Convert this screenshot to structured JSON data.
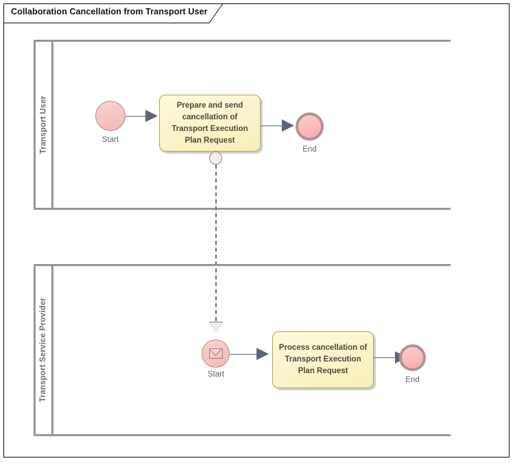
{
  "diagram": {
    "title": "Collaboration Cancellation from Transport User",
    "type": "BPMN Collaboration Diagram",
    "colors": {
      "frame_border": "#0b0b0b",
      "pool_border": "#a39a9a",
      "pool_label_text": "#6b6b78",
      "task_fill": "#fdf9dc",
      "task_border": "#b0a15c",
      "task_text": "#4c4a3d",
      "event_fill": "#f6c5c2",
      "event_start_border": "#b08c93",
      "event_end_border": "#b58f93",
      "flow_line": "#5d6578",
      "message_flow": "#6f6f80",
      "event_label_text": "#5e6377"
    }
  },
  "pools": [
    {
      "id": "pool-transport-user",
      "label": "Transport User",
      "nodes": {
        "start_event": {
          "label": "Start",
          "kind": "start-event"
        },
        "task": {
          "label": "Prepare and send cancellation of Transport Execution Plan Request",
          "kind": "task"
        },
        "attached_event": {
          "label": "",
          "kind": "message-throw-event"
        },
        "end_event": {
          "label": "End",
          "kind": "end-event"
        }
      }
    },
    {
      "id": "pool-transport-service-provider",
      "label": "Transport Service Provider",
      "nodes": {
        "start_event": {
          "label": "Start",
          "kind": "message-start-event"
        },
        "task": {
          "label": "Process cancellation of Transport Execution Plan Request",
          "kind": "task"
        },
        "end_event": {
          "label": "End",
          "kind": "end-event"
        }
      }
    }
  ],
  "connections": {
    "message_flow": {
      "kind": "message-flow",
      "style": "dashed",
      "from": "Prepare and send cancellation of Transport Execution Plan Request",
      "to": "Start"
    },
    "sequence_flows": [
      {
        "from": "Start",
        "to": "Prepare and send cancellation of Transport Execution Plan Request"
      },
      {
        "from": "Prepare and send cancellation of Transport Execution Plan Request",
        "to": "End"
      },
      {
        "from": "Start",
        "to": "Process cancellation of Transport Execution Plan Request"
      },
      {
        "from": "Process cancellation of Transport Execution Plan Request",
        "to": "End"
      }
    ]
  }
}
